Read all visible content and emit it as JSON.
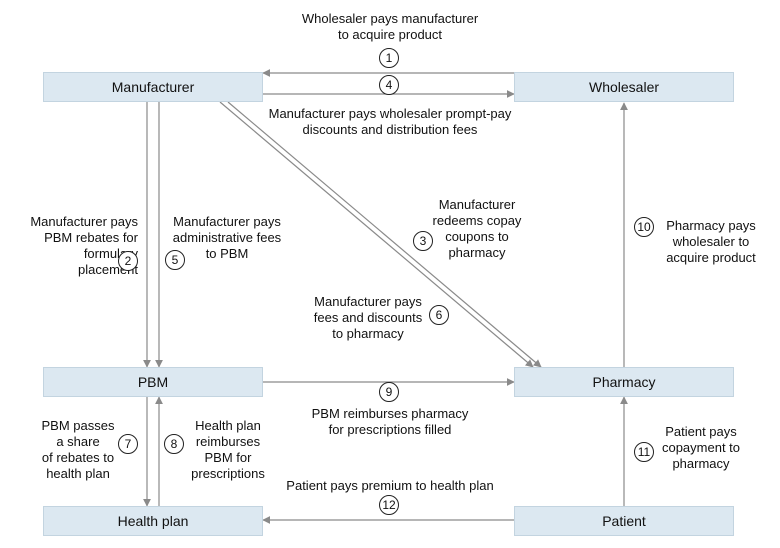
{
  "nodes": {
    "manufacturer": "Manufacturer",
    "wholesaler": "Wholesaler",
    "pbm": "PBM",
    "pharmacy": "Pharmacy",
    "health_plan": "Health plan",
    "patient": "Patient"
  },
  "flows": [
    {
      "number": "1",
      "lines": [
        "Wholesaler pays manufacturer",
        "to acquire product"
      ]
    },
    {
      "number": "2",
      "lines": [
        "Manufacturer pays",
        "PBM rebates for",
        "formulary",
        "placement"
      ]
    },
    {
      "number": "3",
      "lines": [
        "Manufacturer",
        "redeems copay",
        "coupons to",
        "pharmacy"
      ]
    },
    {
      "number": "4",
      "lines": [
        "Manufacturer pays wholesaler prompt-pay",
        "discounts and distribution fees"
      ]
    },
    {
      "number": "5",
      "lines": [
        "Manufacturer pays",
        "administrative fees",
        "to PBM"
      ]
    },
    {
      "number": "6",
      "lines": [
        "Manufacturer pays",
        "fees and discounts",
        "to pharmacy"
      ]
    },
    {
      "number": "7",
      "lines": [
        "PBM passes",
        "a share",
        "of rebates to",
        "health plan"
      ]
    },
    {
      "number": "8",
      "lines": [
        "Health plan",
        "reimburses",
        "PBM for",
        "prescriptions"
      ]
    },
    {
      "number": "9",
      "lines": [
        "PBM reimburses pharmacy",
        "for prescriptions filled"
      ]
    },
    {
      "number": "10",
      "lines": [
        "Pharmacy pays",
        "wholesaler to",
        "acquire product"
      ]
    },
    {
      "number": "11",
      "lines": [
        "Patient pays",
        "copayment to",
        "pharmacy"
      ]
    },
    {
      "number": "12",
      "lines": [
        "Patient pays premium to health plan"
      ]
    }
  ]
}
